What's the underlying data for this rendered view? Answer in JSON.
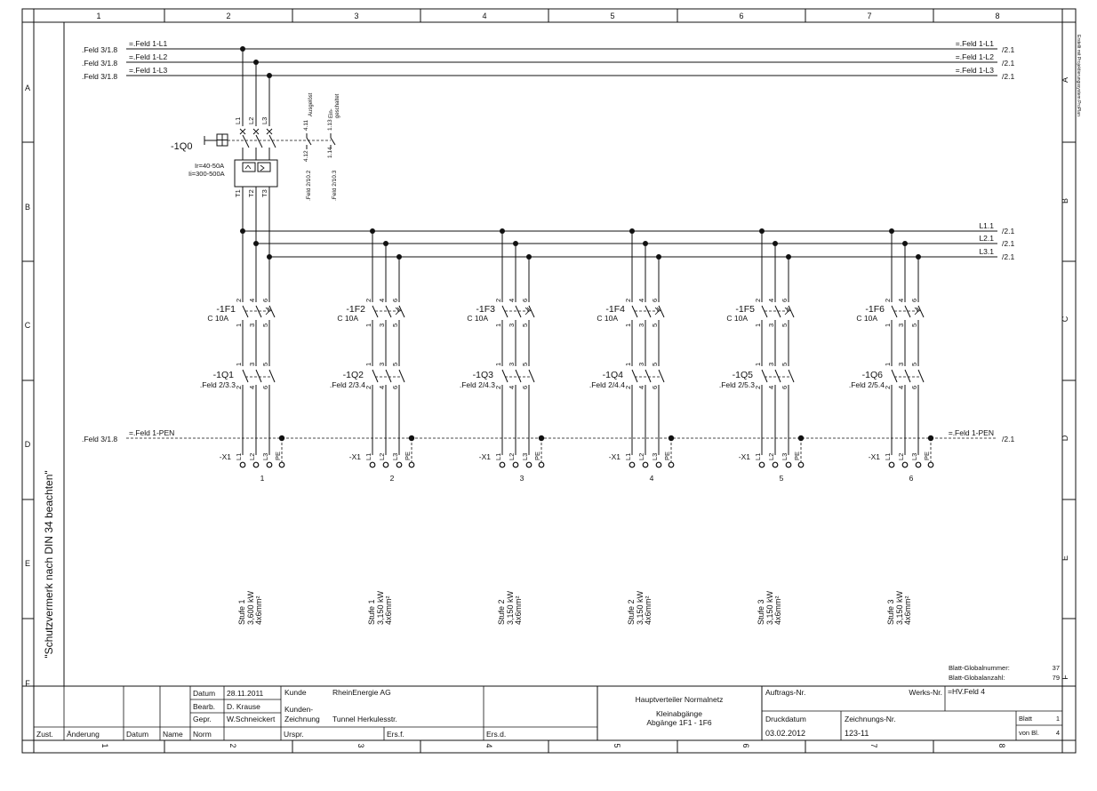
{
  "frame": {
    "columns": [
      "1",
      "2",
      "3",
      "4",
      "5",
      "6",
      "7",
      "8"
    ],
    "rows": [
      "A",
      "B",
      "C",
      "D",
      "E",
      "F"
    ],
    "protection_note": "\"Schutzvermerk nach DIN 34 beachten\"",
    "right_note": "Erstellt mit Projektierungssystem ProPlan"
  },
  "busbars": {
    "refs_left": [
      ".Feld 3/1.8",
      ".Feld 3/1.8",
      ".Feld 3/1.8"
    ],
    "labels_left": [
      "=.Feld 1-L1",
      "=.Feld 1-L2",
      "=.Feld 1-L3"
    ],
    "labels_right": [
      "=.Feld 1-L1",
      "=.Feld 1-L2",
      "=.Feld 1-L3"
    ],
    "refs_right": [
      "/2.1",
      "/2.1",
      "/2.1"
    ],
    "dist_labels": [
      "L1.1",
      "L2.1",
      "L3.1"
    ],
    "dist_refs": [
      "/2.1",
      "/2.1",
      "/2.1"
    ],
    "pen_ref_left": ".Feld 3/1.8",
    "pen_label_left": "=.Feld 1-PEN",
    "pen_label_right": "=.Feld 1-PEN",
    "pen_ref_right": "/2.1"
  },
  "main_breaker": {
    "tag": "-1Q0",
    "settings": [
      "Ir=40-50A",
      "Ii=300-500A"
    ],
    "top_poles": [
      "L1",
      "L2",
      "L3"
    ],
    "bottom_poles": [
      "T1",
      "T2",
      "T3"
    ],
    "aux1": {
      "state": "Ausgelöst",
      "top": "4.11",
      "bottom": "4.12",
      "ref": ".Feld 2/10.2"
    },
    "aux2": {
      "state_lines": [
        "Ein-",
        "geschaltet"
      ],
      "top": "1.13",
      "bottom": "1.14",
      "ref": ".Feld 2/10.3"
    }
  },
  "feeders": [
    {
      "fuse": "-1F1",
      "rating": "C 10A",
      "switch": "-1Q1",
      "ref": ".Feld 2/3.3",
      "terminal_no": "1",
      "stufe": "Stufe 1",
      "power": "3,600 kW",
      "cable": "4x6mm²"
    },
    {
      "fuse": "-1F2",
      "rating": "C 10A",
      "switch": "-1Q2",
      "ref": ".Feld 2/3.4",
      "terminal_no": "2",
      "stufe": "Stufe 1",
      "power": "3,150 kW",
      "cable": "4x6mm²"
    },
    {
      "fuse": "-1F3",
      "rating": "C 10A",
      "switch": "-1Q3",
      "ref": ".Feld 2/4.3",
      "terminal_no": "3",
      "stufe": "Stufe 2",
      "power": "3,150 kW",
      "cable": "4x6mm²"
    },
    {
      "fuse": "-1F4",
      "rating": "C 10A",
      "switch": "-1Q4",
      "ref": ".Feld 2/4.4",
      "terminal_no": "4",
      "stufe": "Stufe 2",
      "power": "3,150 kW",
      "cable": "4x6mm²"
    },
    {
      "fuse": "-1F5",
      "rating": "C 10A",
      "switch": "-1Q5",
      "ref": ".Feld 2/5.3",
      "terminal_no": "5",
      "stufe": "Stufe 3",
      "power": "3,150 kW",
      "cable": "4x6mm²"
    },
    {
      "fuse": "-1F6",
      "rating": "C 10A",
      "switch": "-1Q6",
      "ref": ".Feld 2/5.4",
      "terminal_no": "6",
      "stufe": "Stufe 3",
      "power": "3,150 kW",
      "cable": "4x6mm²"
    }
  ],
  "feeder_common": {
    "fuse_top_pins": [
      "2",
      "4",
      "6"
    ],
    "fuse_bottom_pins": [
      "1",
      "3",
      "5"
    ],
    "switch_top_pins": [
      "1",
      "3",
      "5"
    ],
    "switch_bottom_pins": [
      "2",
      "4",
      "6"
    ],
    "terminal_strip": "-X1",
    "terminal_labels": [
      "L1",
      "L2",
      "L3",
      "PE"
    ]
  },
  "sheet_info": {
    "global_number_label": "Blatt-Globalnummer:",
    "global_number": "37",
    "global_count_label": "Blatt-Globalanzahl:",
    "global_count": "79"
  },
  "title_block": {
    "headers": {
      "zust": "Zust.",
      "aenderung": "Änderung",
      "datum": "Datum",
      "name": "Name",
      "norm": "Norm",
      "urspr": "Urspr.",
      "ersf": "Ers.f.",
      "ersd": "Ers.d."
    },
    "date_label": "Datum",
    "date_value": "28.11.2011",
    "bearb_label": "Bearb.",
    "bearb_value": "D. Krause",
    "gepr_label": "Gepr.",
    "gepr_value": "W.Schneickert",
    "kunde_label": "Kunde",
    "kunde_value": "RheinEnergie AG",
    "kz_label_1": "Kunden-",
    "kz_label_2": "Zeichnung",
    "kz_value": "Tunnel Herkulesstr.",
    "title1": "Hauptverteiler Normalnetz",
    "title2": "Kleinabgänge",
    "title3": "Abgänge 1F1 - 1F6",
    "auftrag_label": "Auftrags-Nr.",
    "werks_label": "Werks-Nr.",
    "werks_value": "=HV.Feld 4",
    "druck_label": "Druckdatum",
    "druck_value": "03.02.2012",
    "zeich_label": "Zeichnungs-Nr.",
    "zeich_value": "123-11",
    "blatt_label": "Blatt",
    "blatt_value": "1",
    "vonbl_label": "von Bl.",
    "vonbl_value": "4"
  }
}
